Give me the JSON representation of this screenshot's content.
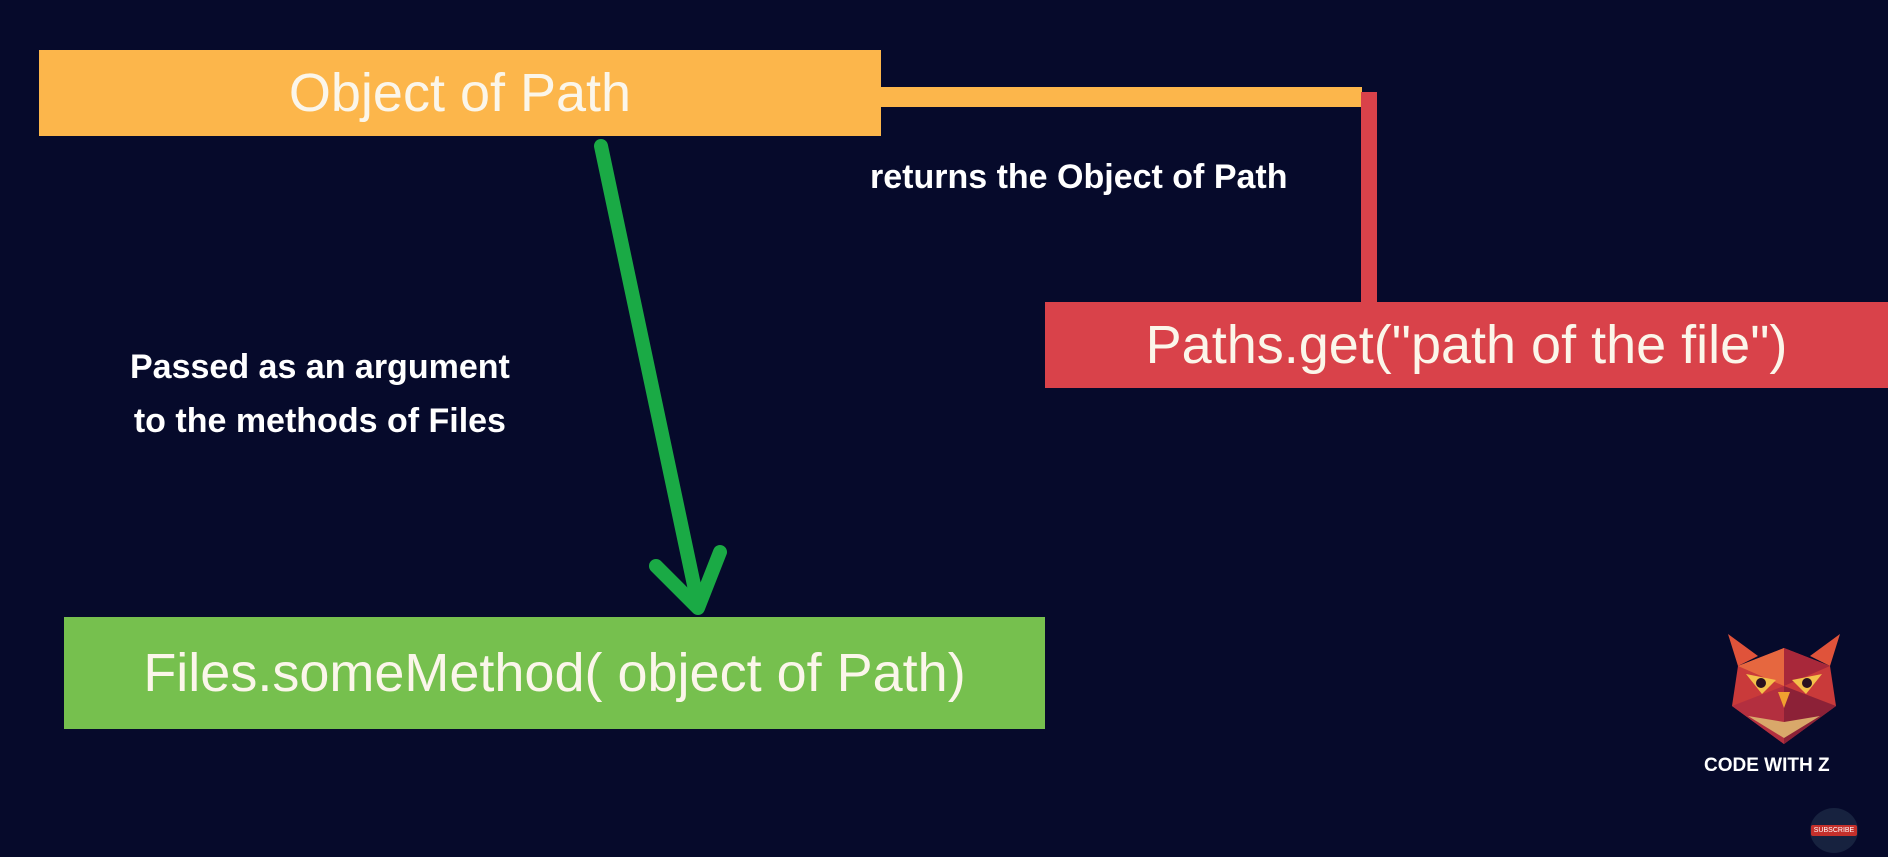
{
  "diagram": {
    "nodes": {
      "object_of_path": "Object of Path",
      "paths_get": "Paths.get(\"path of the file\")",
      "files_method": "Files.someMethod(  object of Path)"
    },
    "edges": {
      "returns_label": "returns the Object of Path",
      "passed_label_line1": "Passed as an argument",
      "passed_label_line2": "to the methods of Files"
    }
  },
  "branding": {
    "channel_name": "CODE WITH Z",
    "subscribe_label": "SUBSCRIBE",
    "logo_icon": "owl-logo-icon"
  },
  "colors": {
    "background": "#060a2b",
    "object_box": "#fcb64b",
    "paths_box": "#d9424a",
    "files_box": "#76c04e",
    "arrow": "#1aaa45"
  }
}
